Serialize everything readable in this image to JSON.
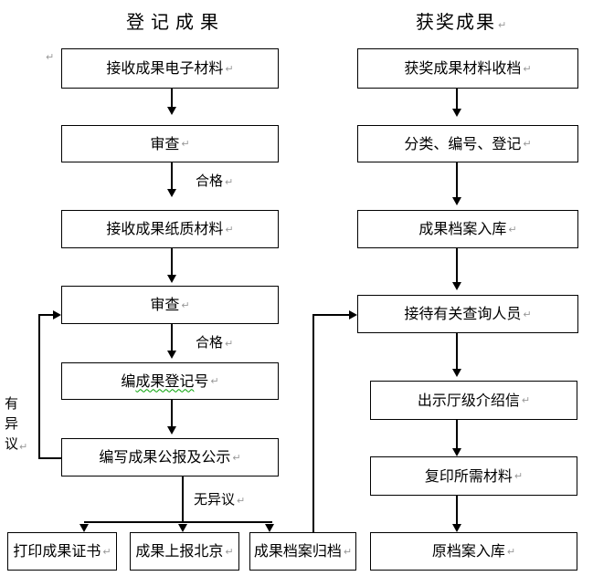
{
  "marks": {
    "pilcrow": "↵"
  },
  "titles": {
    "left": "登记成果",
    "right": "获奖成果"
  },
  "left_flow": {
    "receive_electronic": "接收成果电子材料",
    "review_1": "审查",
    "qualified_1": "合格",
    "receive_paper": "接收成果纸质材料",
    "review_2": "审查",
    "qualified_2": "合格",
    "assign_number_pre": "编",
    "assign_number_wavy": "成果登记",
    "assign_number_post": "号",
    "write_bulletin": "编写成果公报及公示",
    "no_objection": "无异议",
    "objection": "有异议",
    "print_certificate": "打印成果证书",
    "report_beijing": "成果上报北京",
    "archive_files": "成果档案归档"
  },
  "right_flow": {
    "collect_award_materials": "获奖成果材料收档",
    "classify_number_register": "分类、编号、登记",
    "results_archive_storage": "成果档案入库",
    "receive_inquirers": "接待有关查询人员",
    "show_introduction_letter": "出示厅级介绍信",
    "copy_materials": "复印所需材料",
    "original_archive_storage": "原档案入库"
  },
  "colors": {
    "line": "#000000",
    "text": "#000000",
    "pilcrow": "#999999",
    "spellcheck_underline": "#00a000"
  }
}
